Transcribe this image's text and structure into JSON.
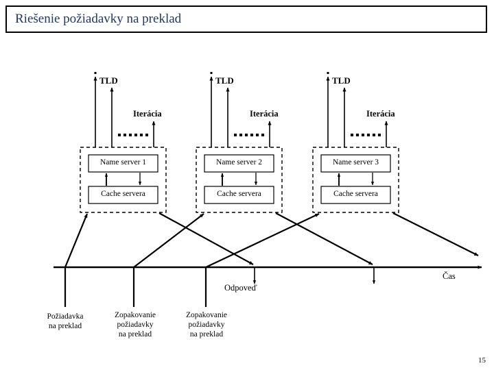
{
  "slide": {
    "title": "Riešenie požiadavky na preklad",
    "page_number": "15",
    "title_color": "#1f3864",
    "line_color": "#000000",
    "background": "#ffffff"
  },
  "diagram": {
    "type": "sequence-timeline",
    "root_label": ".",
    "groups": [
      {
        "id": "group-1",
        "tld_label": "TLD",
        "iteration_label": "Iterácia",
        "ellipsis": "......",
        "name_server": "Name server 1",
        "cache": "Cache servera"
      },
      {
        "id": "group-2",
        "tld_label": "TLD",
        "iteration_label": "Iterácia",
        "ellipsis": "......",
        "name_server": "Name server 2",
        "cache": "Cache servera"
      },
      {
        "id": "group-3",
        "tld_label": "TLD",
        "iteration_label": "Iterácia",
        "ellipsis": "......",
        "name_server": "Name server 3",
        "cache": "Cache servera"
      }
    ],
    "axis": {
      "label": "Čas",
      "response_label": "Odpoveď"
    },
    "bottom_labels": [
      {
        "id": "label-request",
        "line1": "Požiadavka",
        "line2": "na preklad",
        "line3": ""
      },
      {
        "id": "label-retry-1",
        "line1": "Zopakovanie",
        "line2": "požiadavky",
        "line3": "na preklad"
      },
      {
        "id": "label-retry-2",
        "line1": "Zopakovanie",
        "line2": "požiadavky",
        "line3": "na preklad"
      }
    ]
  }
}
